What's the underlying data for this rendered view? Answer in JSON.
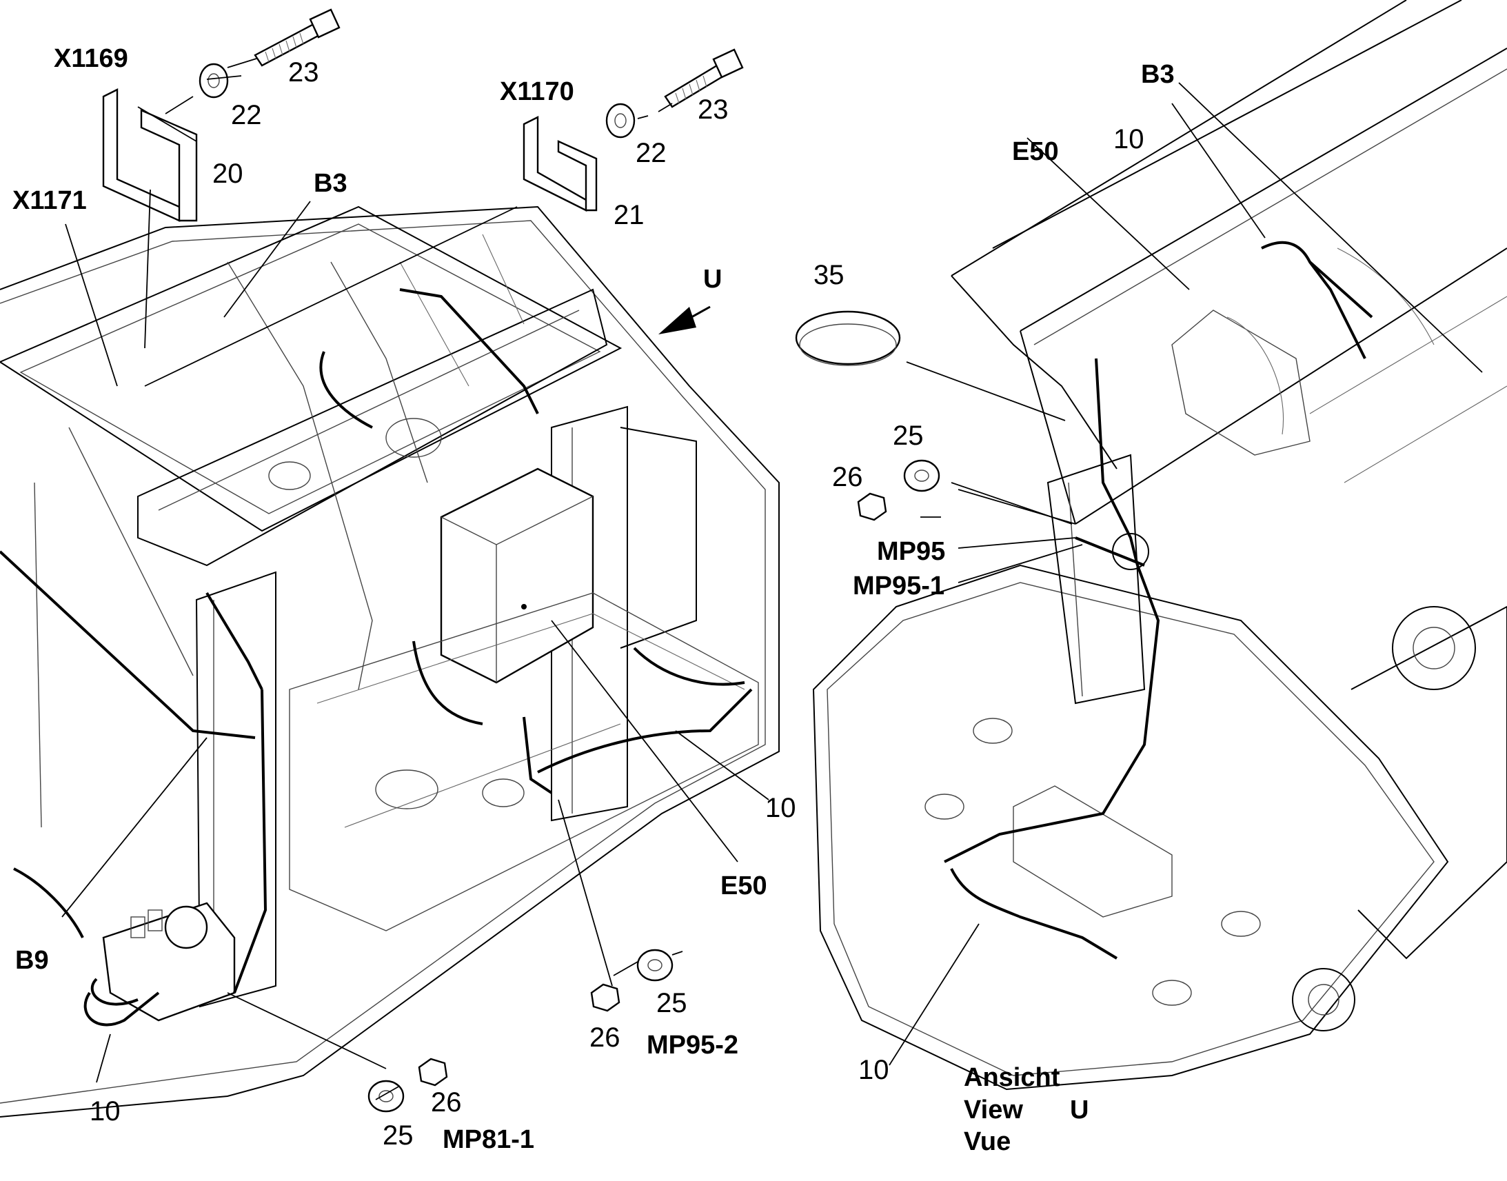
{
  "labels": {
    "x1169": "X1169",
    "x1170": "X1170",
    "x1171": "X1171",
    "b3_left": "B3",
    "b3_right": "B3",
    "b9": "B9",
    "e50_left": "E50",
    "e50_right": "E50",
    "mp95": "MP95",
    "mp95_1": "MP95-1",
    "mp95_2": "MP95-2",
    "mp81_1": "MP81-1",
    "u": "U",
    "n23a": "23",
    "n22a": "22",
    "n20": "20",
    "n23b": "23",
    "n22b": "22",
    "n21": "21",
    "n35": "35",
    "n25a": "25",
    "n26a": "26",
    "n10a": "10",
    "n10b": "10",
    "n25b": "25",
    "n26b": "26",
    "n25c": "25",
    "n26c": "26",
    "n10c": "10",
    "n10d": "10",
    "view_de": "Ansicht",
    "view_en": "View",
    "view_u": "U",
    "view_fr": "Vue"
  }
}
